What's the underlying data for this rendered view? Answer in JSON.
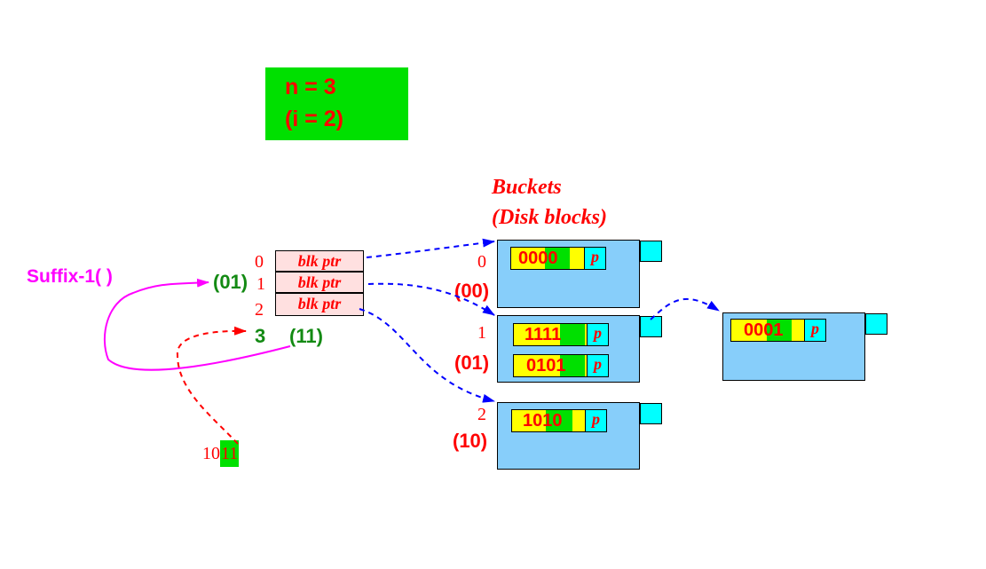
{
  "info": {
    "line1": "n = 3",
    "line2": "(i = 2)"
  },
  "buckets_title": {
    "line1": "Buckets",
    "line2": "(Disk blocks)"
  },
  "suffix_label": "Suffix-1(  )",
  "suffix_result": "(01)",
  "directory": {
    "cells": [
      {
        "index": "0",
        "label": "blk ptr"
      },
      {
        "index": "1",
        "label": "blk ptr"
      },
      {
        "index": "2",
        "label": "blk ptr"
      }
    ],
    "new_index": "3",
    "new_suffix": "(11)"
  },
  "search_key": {
    "prefix": "10",
    "suffix": "11"
  },
  "bucket_labels": [
    {
      "index": "0",
      "suffix": "(00)"
    },
    {
      "index": "1",
      "suffix": "(01)"
    },
    {
      "index": "2",
      "suffix": "(10)"
    }
  ],
  "records": {
    "b0": [
      {
        "prefix": "00",
        "hl": "00",
        "ptr": "p"
      }
    ],
    "b1": [
      {
        "prefix": "111",
        "hl": "1",
        "ptr": "p"
      },
      {
        "prefix": "010",
        "hl": "1",
        "ptr": "p"
      }
    ],
    "b2": [
      {
        "prefix": "10",
        "hl": "10",
        "ptr": "p"
      }
    ],
    "overflow": [
      {
        "prefix": "00",
        "hl": "01",
        "ptr": "p"
      }
    ]
  },
  "colors": {
    "red": "#ff0000",
    "green": "#138a13",
    "magenta": "#ff00ff",
    "bucket_fill": "#87cefa",
    "dir_fill": "#ffe0e0",
    "arrow_blue": "#0000ff"
  }
}
